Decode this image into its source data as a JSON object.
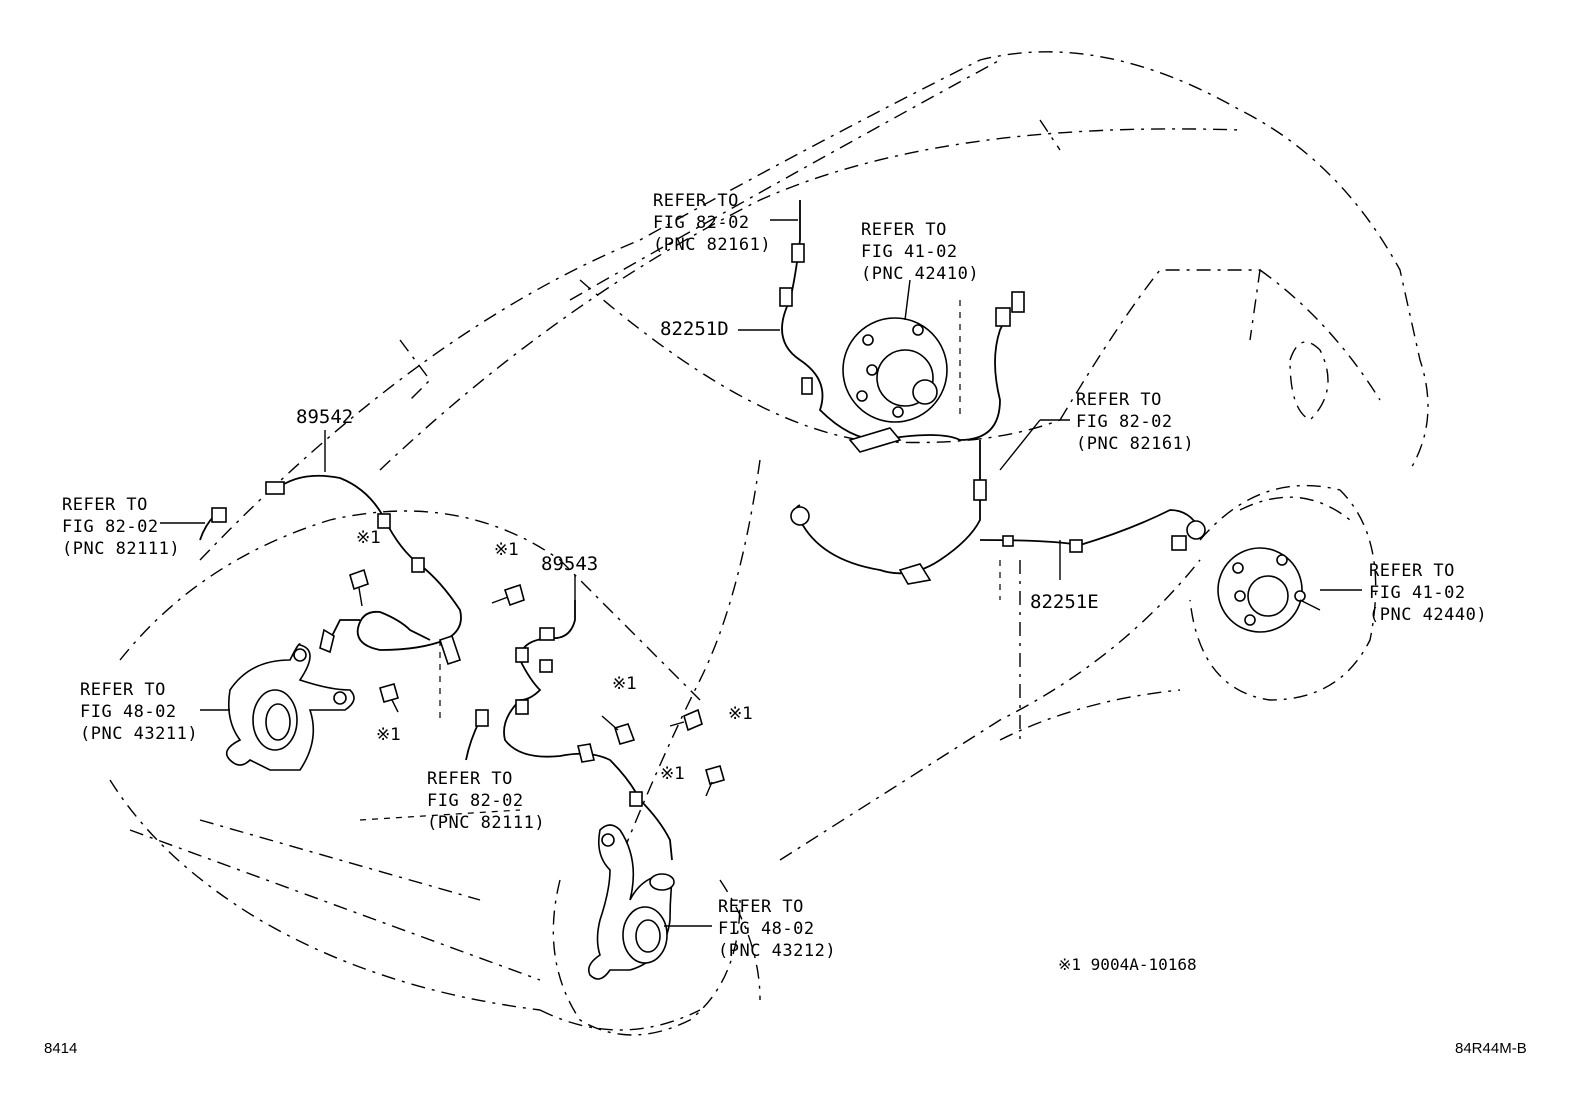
{
  "diagram": {
    "part_numbers": {
      "front_left_sensor": "89542",
      "front_right_sensor": "89543",
      "rear_left_wire": "82251D",
      "rear_right_wire": "82251E"
    },
    "references": {
      "ref_82161_top": [
        "REFER TO",
        "FIG 82-02",
        "(PNC 82161)"
      ],
      "ref_42410": [
        "REFER TO",
        "FIG 41-02",
        "(PNC 42410)"
      ],
      "ref_82161_mid": [
        "REFER TO",
        "FIG 82-02",
        "(PNC 82161)"
      ],
      "ref_82111_left": [
        "REFER TO",
        "FIG 82-02",
        "(PNC 82111)"
      ],
      "ref_43211": [
        "REFER TO",
        "FIG 48-02",
        "(PNC 43211)"
      ],
      "ref_82111_center": [
        "REFER TO",
        "FIG 82-02",
        "(PNC 82111)"
      ],
      "ref_43212": [
        "REFER TO",
        "FIG 48-02",
        "(PNC 43212)"
      ],
      "ref_42440": [
        "REFER TO",
        "FIG 41-02",
        "(PNC 42440)"
      ]
    },
    "bolt_marker": "※1",
    "bolt_note": "※1 9004A-10168",
    "page_number": "8414",
    "figure_code": "84R44M-B"
  }
}
